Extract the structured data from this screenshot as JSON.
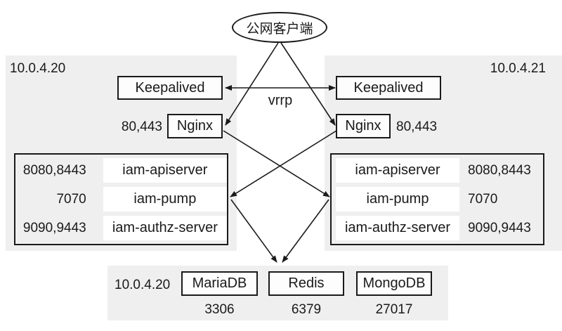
{
  "client": {
    "label": "公网客户端"
  },
  "vrrp": {
    "label": "vrrp"
  },
  "nodes": {
    "left": {
      "ip": "10.0.4.20",
      "keepalived_label": "Keepalived",
      "nginx_label": "Nginx",
      "nginx_ports": "80,443",
      "services": [
        {
          "ports": "8080,8443",
          "name": "iam-apiserver"
        },
        {
          "ports": "7070",
          "name": "iam-pump"
        },
        {
          "ports": "9090,9443",
          "name": "iam-authz-server"
        }
      ]
    },
    "right": {
      "ip": "10.0.4.21",
      "keepalived_label": "Keepalived",
      "nginx_label": "Nginx",
      "nginx_ports": "80,443",
      "services": [
        {
          "ports": "8080,8443",
          "name": "iam-apiserver"
        },
        {
          "ports": "7070",
          "name": "iam-pump"
        },
        {
          "ports": "9090,9443",
          "name": "iam-authz-server"
        }
      ]
    }
  },
  "datastore": {
    "ip": "10.0.4.20",
    "databases": [
      {
        "name": "MariaDB",
        "port": "3306"
      },
      {
        "name": "Redis",
        "port": "6379"
      },
      {
        "name": "MongoDB",
        "port": "27017"
      }
    ]
  },
  "colors": {
    "panel_background": "#efefef",
    "box_fill": "#fdfdfd",
    "row_fill": "#ffffff",
    "line_and_border": "#1a1a1a"
  }
}
